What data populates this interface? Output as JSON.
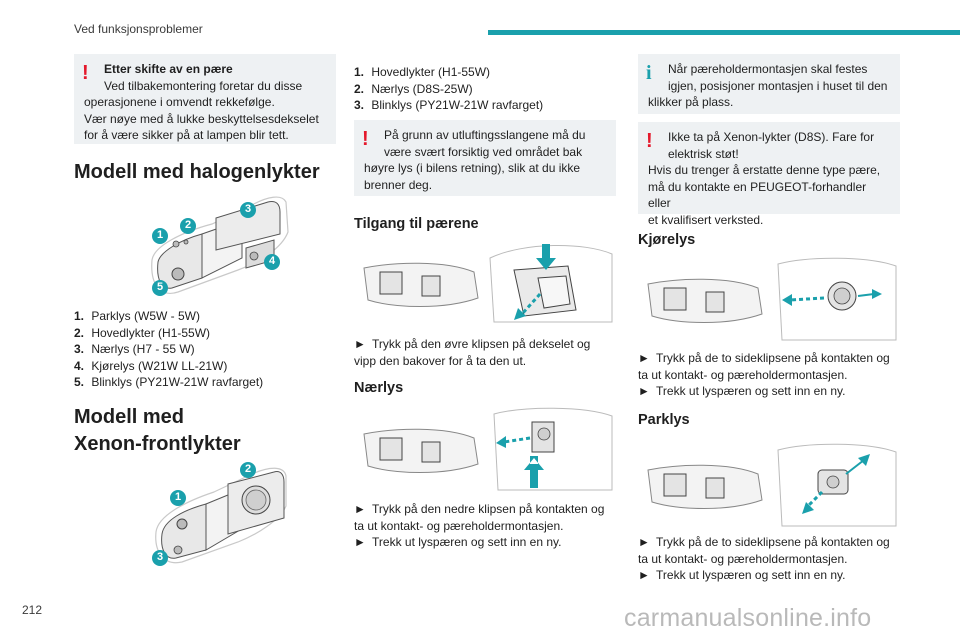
{
  "header": {
    "title": "Ved funksjonsproblemer"
  },
  "footer": {
    "page_number": "212",
    "watermark": "carmanualsonline.info"
  },
  "col1": {
    "warning_box": {
      "title": "Etter skifte av en pære",
      "line1": "Ved tilbakemontering foretar du disse",
      "line2": "operasjonene i omvendt rekkefølge.",
      "line3": "Vær nøye med å lukke beskyttelsesdekselet",
      "line4": "for å være sikker på at lampen blir tett."
    },
    "halogen_heading": "Modell med halogenlykter",
    "halogen_figure": {
      "callouts": [
        "1",
        "2",
        "3",
        "4",
        "5"
      ]
    },
    "halogen_list": [
      {
        "num": "1.",
        "text": "Parklys (W5W - 5W)"
      },
      {
        "num": "2.",
        "text": "Hovedlykter (H1-55W)"
      },
      {
        "num": "3.",
        "text": "Nærlys (H7 - 55 W)"
      },
      {
        "num": "4.",
        "text": "Kjørelys (W21W LL-21W)"
      },
      {
        "num": "5.",
        "text": "Blinklys (PY21W-21W ravfarget)"
      }
    ],
    "xenon_heading_line1": "Modell med",
    "xenon_heading_line2": "Xenon-frontlykter",
    "xenon_figure": {
      "callouts": [
        "1",
        "2",
        "3"
      ]
    }
  },
  "col2": {
    "xenon_list": [
      {
        "num": "1.",
        "text": "Hovedlykter (H1-55W)"
      },
      {
        "num": "2.",
        "text": "Nærlys (D8S-25W)"
      },
      {
        "num": "3.",
        "text": "Blinklys (PY21W-21W ravfarget)"
      }
    ],
    "warning_box": {
      "line1": "På grunn av utluftingsslangene må du",
      "line2": "være svært forsiktig ved området bak",
      "line3": "høyre lys (i bilens retning), slik at du ikke",
      "line4": "brenner deg."
    },
    "access_heading": "Tilgang til pærene",
    "access_text_line1": "Trykk på den øvre klipsen på dekselet og",
    "access_text_line2": "vipp den bakover for å ta den ut.",
    "low_beam_heading": "Nærlys",
    "low_beam_text_line1": "Trykk på den nedre klipsen på kontakten og",
    "low_beam_text_line2": "ta ut kontakt- og pæreholdermontasjen.",
    "low_beam_text_line3": "Trekk ut lyspæren og sett inn en ny."
  },
  "col3": {
    "info_box": {
      "line1": "Når pæreholdermontasjen skal festes",
      "line2": "igjen, posisjoner montasjen i huset til den",
      "line3": "klikker på plass."
    },
    "warning_box": {
      "line1": "Ikke ta på Xenon-lykter (D8S). Fare for",
      "line2": "elektrisk støt!",
      "line3": "Hvis du trenger å erstatte denne type pære,",
      "line4": "må du kontakte en PEUGEOT-forhandler eller",
      "line5": "et kvalifisert verksted."
    },
    "drl_heading": "Kjørelys",
    "drl_text_line1": "Trykk på de to sideklipsene på kontakten og",
    "drl_text_line2": "ta ut kontakt- og pæreholdermontasjen.",
    "drl_text_line3": "Trekk ut lyspæren og sett inn en ny.",
    "park_heading": "Parklys",
    "park_text_line1": "Trykk på de to sideklipsene på kontakten og",
    "park_text_line2": "ta ut kontakt- og pæreholdermontasjen.",
    "park_text_line3": "Trekk ut lyspæren og sett inn en ny."
  },
  "symbols": {
    "warning": "!",
    "info": "i",
    "arrow": "►"
  },
  "colors": {
    "accent": "#1aa0ac",
    "warning": "#e4182b",
    "box_bg": "#eef1f3"
  }
}
